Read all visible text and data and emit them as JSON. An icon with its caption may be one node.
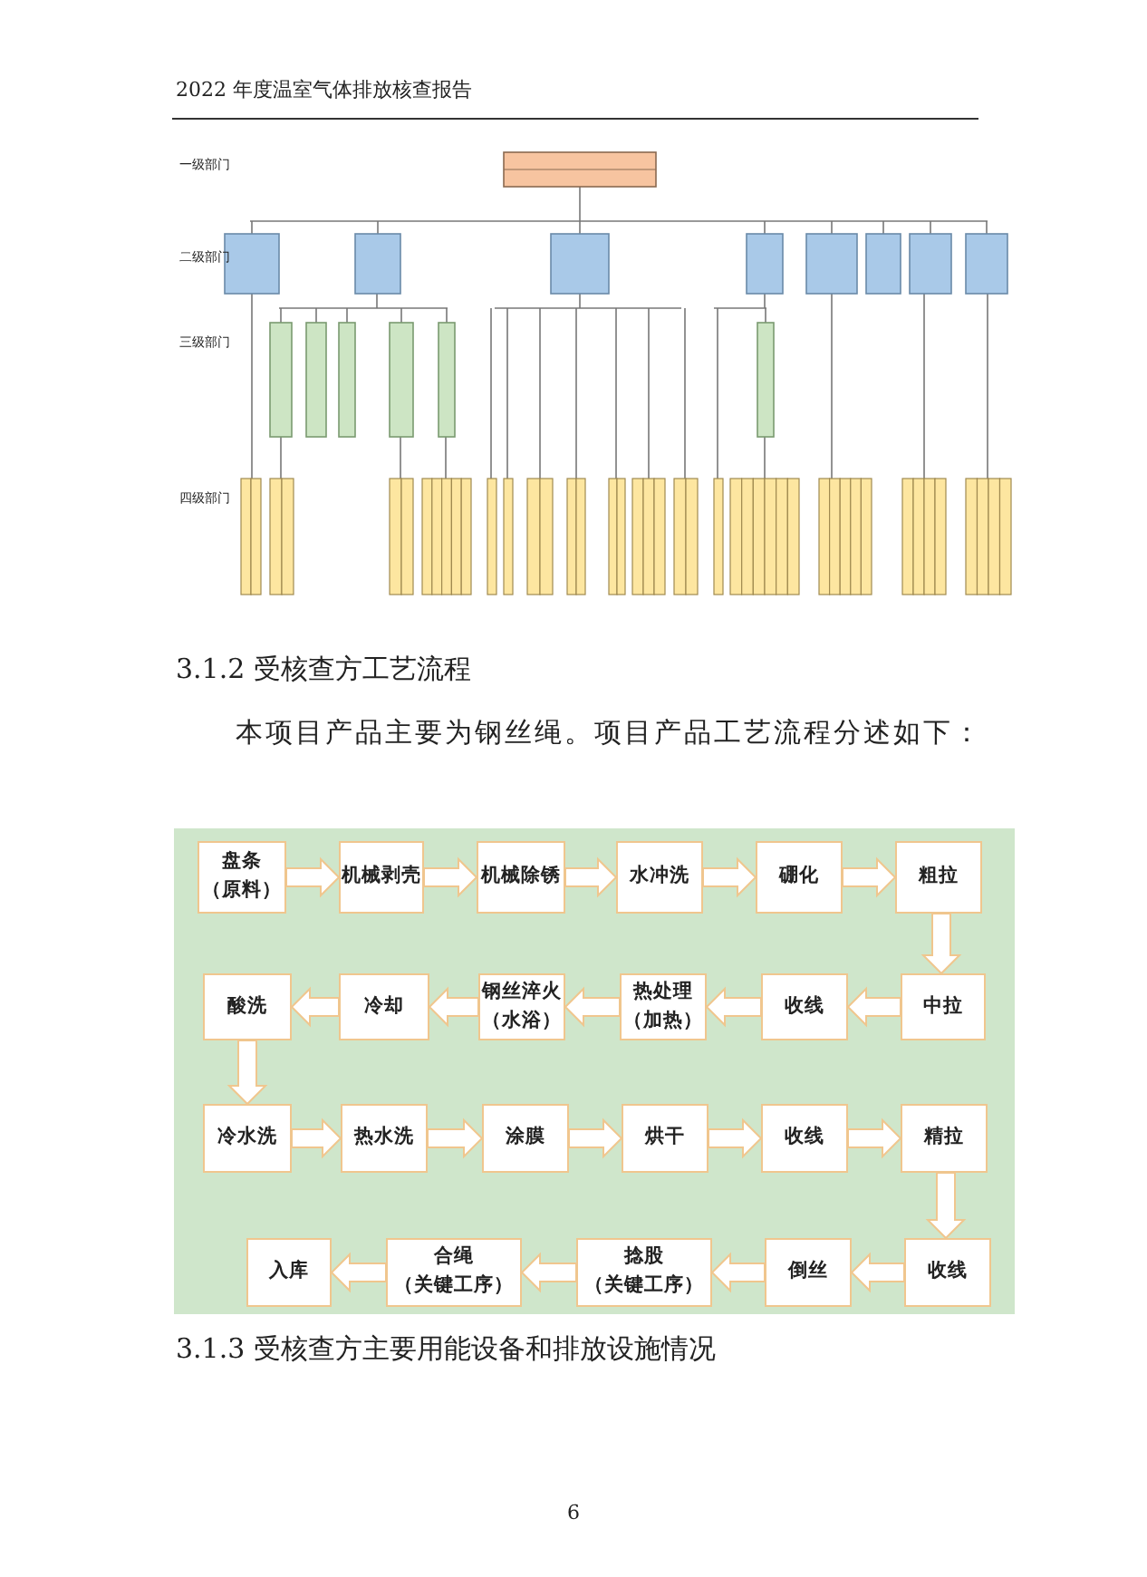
{
  "diagram": {
    "nodes": [
      {
        "text": [
          "盘条",
          "（原料）"
        ]
      },
      {
        "text": [
          "机械剥壳"
        ]
      },
      {
        "text": [
          "机械除锈"
        ]
      },
      {
        "text": [
          "水冲洗"
        ]
      },
      {
        "text": [
          "硼化"
        ]
      },
      {
        "text": [
          "粗拉"
        ]
      },
      {
        "text": [
          "中拉"
        ]
      },
      {
        "text": [
          "收线"
        ]
      },
      {
        "text": [
          "热处理",
          "（加热）"
        ]
      },
      {
        "text": [
          "钢丝淬火",
          "（水浴）"
        ]
      },
      {
        "text": [
          "冷却"
        ]
      },
      {
        "text": [
          "酸洗"
        ]
      },
      {
        "text": [
          "冷水洗"
        ]
      },
      {
        "text": [
          "热水洗"
        ]
      },
      {
        "text": [
          "涂膜"
        ]
      },
      {
        "text": [
          "烘干"
        ]
      },
      {
        "text": [
          "收线"
        ]
      },
      {
        "text": [
          "精拉"
        ]
      },
      {
        "text": [
          "收线"
        ]
      },
      {
        "text": [
          "倒丝"
        ]
      },
      {
        "text": [
          "捻股",
          "（关键工序）"
        ]
      },
      {
        "text": [
          "合绳",
          "（关键工序）"
        ]
      },
      {
        "text": [
          "入库"
        ]
      }
    ],
    "edges": [
      {
        "from": 0,
        "to": 1,
        "arrow": "to"
      },
      {
        "from": 1,
        "to": 2,
        "arrow": "to"
      },
      {
        "from": 2,
        "to": 3,
        "arrow": "to"
      },
      {
        "from": 3,
        "to": 4,
        "arrow": "to"
      },
      {
        "from": 4,
        "to": 5,
        "arrow": "to"
      },
      {
        "from": 5,
        "to": 6,
        "arrow": "to"
      },
      {
        "from": 6,
        "to": 7,
        "arrow": "to"
      },
      {
        "from": 7,
        "to": 8,
        "arrow": "to"
      },
      {
        "from": 8,
        "to": 9,
        "arrow": "to"
      },
      {
        "from": 9,
        "to": 10,
        "arrow": "to"
      },
      {
        "from": 10,
        "to": 11,
        "arrow": "to"
      },
      {
        "from": 11,
        "to": 12,
        "arrow": "to"
      },
      {
        "from": 12,
        "to": 13,
        "arrow": "to"
      },
      {
        "from": 13,
        "to": 14,
        "arrow": "to"
      },
      {
        "from": 14,
        "to": 15,
        "arrow": "to"
      },
      {
        "from": 15,
        "to": 16,
        "arrow": "to"
      },
      {
        "from": 16,
        "to": 17,
        "arrow": "to"
      },
      {
        "from": 17,
        "to": 18,
        "arrow": "to"
      },
      {
        "from": 18,
        "to": 19,
        "arrow": "to"
      },
      {
        "from": 19,
        "to": 20,
        "arrow": "to"
      },
      {
        "from": 20,
        "to": 21,
        "arrow": "to"
      },
      {
        "from": 21,
        "to": 22,
        "arrow": "to"
      }
    ],
    "labels": [
      "2022 年度温室气体排放核查报告",
      "一级部门",
      "二级部门",
      "三级部门",
      "四级部门",
      "3.1.2 受核查方工艺流程",
      "本项目产品主要为钢丝绳。项目产品工艺流程分述如下：",
      "3.1.3 受核查方主要用能设备和排放设施情况",
      "6"
    ]
  }
}
